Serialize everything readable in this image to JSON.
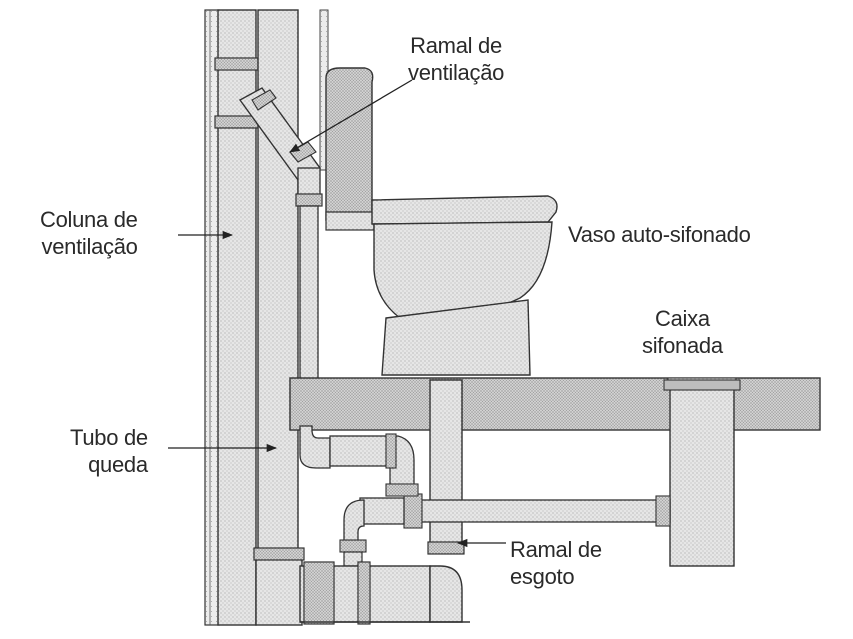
{
  "labels": {
    "ramal_ventilacao": [
      "Ramal de",
      "ventilação"
    ],
    "coluna_ventilacao": [
      "Coluna de",
      "ventilação"
    ],
    "vaso": "Vaso auto-sifonado",
    "caixa": [
      "Caixa",
      "sifonada"
    ],
    "tubo_queda": [
      "Tubo de",
      "queda"
    ],
    "ramal_esgoto": [
      "Ramal de",
      "esgoto"
    ]
  },
  "colors": {
    "stroke": "#333333",
    "fill_light": "#e2e2e2",
    "fill_mid": "#cfcfcf",
    "text": "#2a2a2a"
  }
}
